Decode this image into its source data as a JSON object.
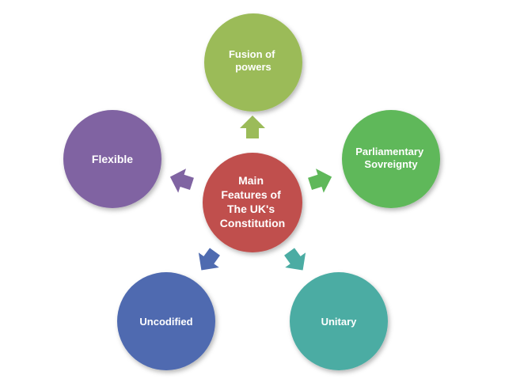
{
  "diagram": {
    "center": {
      "lines": [
        "Main",
        "Features of",
        "The UK's",
        "Constitution"
      ],
      "color": "#C0504D"
    },
    "nodes": [
      {
        "id": "fusion-of-powers",
        "lines": [
          "Fusion of",
          "powers"
        ],
        "color": "#9BBB59"
      },
      {
        "id": "parliamentary-sovereignty",
        "lines": [
          "Parliamentary",
          "Sovreignty"
        ],
        "color": "#5FB85A"
      },
      {
        "id": "unitary",
        "lines": [
          "Unitary"
        ],
        "color": "#4BACA3"
      },
      {
        "id": "uncodified",
        "lines": [
          "Uncodified"
        ],
        "color": "#4F6BB0"
      },
      {
        "id": "flexible",
        "lines": [
          "Flexible"
        ],
        "color": "#8064A2"
      }
    ]
  }
}
